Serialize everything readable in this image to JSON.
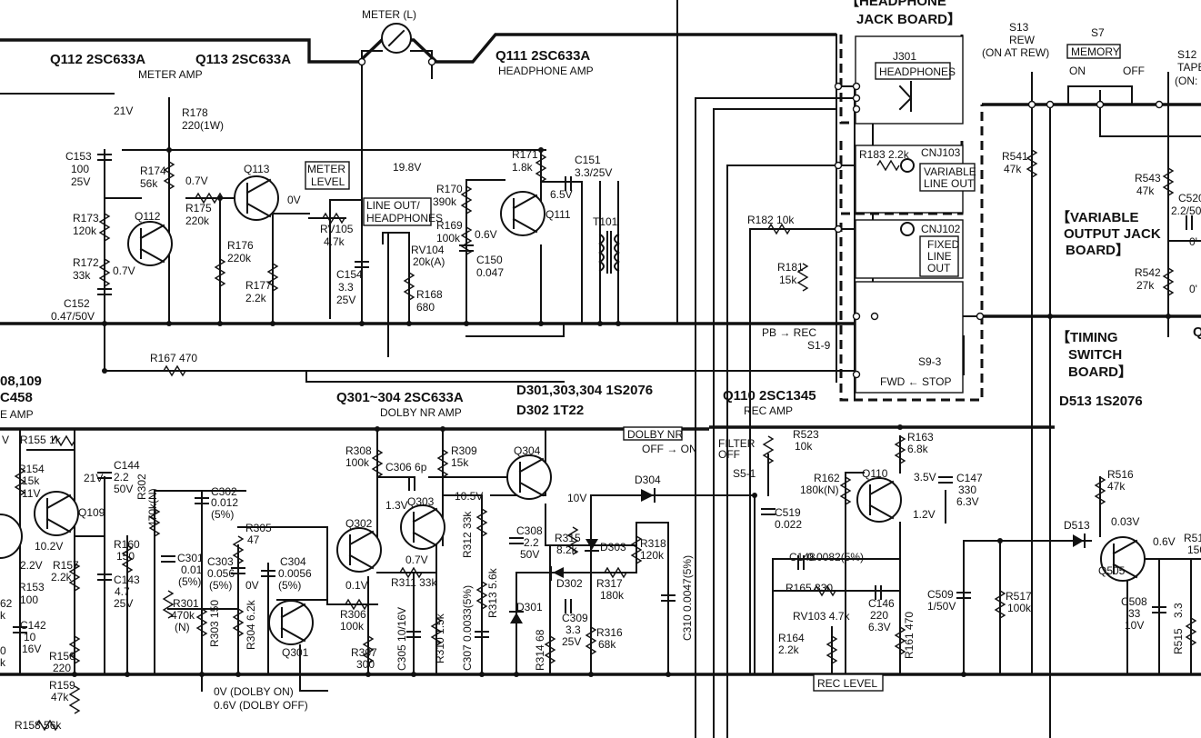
{
  "top": {
    "meter": "METER (L)",
    "q112": "Q112 2SC633A",
    "q113": "Q113 2SC633A",
    "meter_amp": "METER AMP",
    "q111": "Q111 2SC633A",
    "headphone_amp": "HEADPHONE AMP"
  },
  "boards": {
    "headphone_1": "【HEADPHONE",
    "headphone_2": "JACK BOARD】",
    "variable_1": "【VARIABLE",
    "variable_2": "OUTPUT JACK",
    "variable_3": "BOARD】",
    "timing_1": "【TIMING",
    "timing_2": "SWITCH",
    "timing_3": "BOARD】"
  },
  "jacks": {
    "j301": "J301",
    "headphones": "HEADPHONES",
    "cnj103": "CNJ103",
    "variable_line_out_1": "VARIABLE",
    "variable_line_out_2": "LINE OUT",
    "cnj102": "CNJ102",
    "fixed_1": "FIXED",
    "fixed_2": "LINE",
    "fixed_3": "OUT"
  },
  "switches": {
    "s13": "S13",
    "s13_rew": "REW",
    "s13_note": "(ON AT REW)",
    "s7": "S7",
    "memory": "MEMORY",
    "s7_on": "ON",
    "s7_off": "OFF",
    "s12": "S12",
    "s12_tape": "TAPE",
    "s12_on": "(ON:",
    "s1_9": "S1-9",
    "pb_rec": "PB → REC",
    "s9_3": "S9-3",
    "fwd_stop": "FWD ← STOP",
    "s5_1": "S5-1",
    "dolby_nr": "DOLBY NR",
    "off_on": "OFF → ON",
    "filter": "FILTER",
    "filter_off": "OFF",
    "meter_level_1": "METER",
    "meter_level_2": "LEVEL",
    "line_out_1": "LINE OUT/",
    "line_out_2": "HEADPHONES",
    "rec_level": "REC LEVEL"
  },
  "lower": {
    "q108": "08,109",
    "c458": "C458",
    "e_amp": "E AMP",
    "q301_304": "Q301~304 2SC633A",
    "dolby_amp": "DOLBY NR AMP",
    "d301": "D301,303,304 1S2076",
    "d302": "D302 1T22",
    "q110": "Q110 2SC1345",
    "rec_amp": "REC AMP",
    "d513": "D513 1S2076",
    "dolby_on": "0V (DOLBY ON)",
    "dolby_off": "0.6V (DOLBY OFF)"
  },
  "parts": {
    "r178": "R178",
    "r178v": "220(1W)",
    "v21": "21V",
    "c153": "C153",
    "c153v1": "100",
    "c153v2": "25V",
    "r174": "R174",
    "r174v": "56k",
    "v07a": "0.7V",
    "q113": "Q113",
    "q112": "Q112",
    "r175": "R175",
    "r175v": "220k",
    "r173": "R173",
    "r173v": "120k",
    "r172": "R172",
    "r172v": "33k",
    "v07b": "0.7V",
    "c152": "C152",
    "c152v": "0.47/50V",
    "r176": "R176",
    "r176v": "220k",
    "r177": "R177",
    "r177v": "2.2k",
    "v0": "0V",
    "rv105": "RV105",
    "rv105v": "4.7k",
    "c154": "C154",
    "c154v1": "3.3",
    "c154v2": "25V",
    "v198": "19.8V",
    "r171": "R171",
    "r171v": "1.8k",
    "c151": "C151",
    "c151v": "3.3/25V",
    "r170": "R170",
    "r170v": "390k",
    "v65": "6.5V",
    "r169": "R169",
    "r169v": "100k",
    "v06": "0.6V",
    "q111": "Q111",
    "t101": "T101",
    "rv104": "RV104",
    "rv104v": "20k(A)",
    "c150": "C150",
    "c150v": "0.047",
    "r168": "R168",
    "r168v": "680",
    "r167": "R167 470",
    "r183": "R183 2.2k",
    "r182": "R182 10k",
    "r181": "R181",
    "r181v": "15k",
    "r541": "R541",
    "r541v": "47k",
    "r543": "R543",
    "r543v": "47k",
    "r542": "R542",
    "r542v": "27k",
    "c520": "C520",
    "c520v": "2.2/50",
    "v0b": "0'",
    "v0c": "0'",
    "q_edge": "Q",
    "r155": "R155 1k",
    "v_edge": "V",
    "r154": "R154",
    "r154v": "15k",
    "v11": "11V",
    "v21b": "21V",
    "q109": "Q109",
    "v102": "10.2V",
    "v22": "2.2V",
    "r157": "R157",
    "r157v": "2.2k",
    "r153": "R153",
    "r153v": "100",
    "c142": "C142",
    "c142v1": "10",
    "c142v2": "16V",
    "c144": "C144",
    "c144v1": "2.2",
    "c144v2": "50V",
    "r160": "R160",
    "r160v": "150",
    "c143": "C143",
    "c143v1": "4.7",
    "c143v2": "25V",
    "r156": "R156",
    "r156v": "220",
    "r159": "R159",
    "r159v": "47k",
    "r158": "R158 56k",
    "r62": "62",
    "r62b": "0",
    "k1": "k",
    "k2": "k",
    "r302": "R302",
    "r302v": "470k(N)",
    "c302": "C302",
    "c302v1": "0.012",
    "c302v2": "(5%)",
    "r305": "R305",
    "r305v": "47",
    "c301": "C301",
    "c301v1": "0.01",
    "c301v2": "(5%)",
    "c303": "C303",
    "c303v1": "0.056",
    "c303v2": "(5%)",
    "r301": "R301",
    "r301v1": "470k",
    "r301v2": "(N)",
    "r303": "R303 150",
    "r304": "R304 6.2k",
    "v0d": "0V",
    "c304": "C304",
    "c304v1": "0.0056",
    "c304v2": "(5%)",
    "q301": "Q301",
    "r308": "R308",
    "r308v": "100k",
    "c306": "C306 6p",
    "r309": "R309",
    "r309v": "15k",
    "q304": "Q304",
    "v13": "1.3V",
    "q303": "Q303",
    "v105": "10.5V",
    "q302": "Q302",
    "v07c": "0.7V",
    "v01": "0.1V",
    "r311": "R311 33k",
    "r312": "R312 33k",
    "r306": "R306",
    "r306v": "100k",
    "r307": "R307",
    "r307v": "300",
    "c305": "C305 10/16V",
    "r310": "R310 1.5k",
    "c307": "C307 0.0033(5%)",
    "r313": "R313 5.6k",
    "c308": "C308",
    "c308v1": "2.2",
    "c308v2": "50V",
    "r315": "R315",
    "r315v": "8.2k",
    "d303": "D303",
    "r318": "R318",
    "r318v": "120k",
    "v10": "10V",
    "d304": "D304",
    "d302": "D302",
    "r317": "R317",
    "r317v": "180k",
    "d301": "D301",
    "c309": "C309",
    "c309v1": "3.3",
    "c309v2": "25V",
    "r316": "R316",
    "r316v": "68k",
    "r314": "R314 68",
    "c310": "C310 0.0047(5%)",
    "r523": "R523",
    "r523v": "10k",
    "c519": "C519",
    "c519v": "0.022",
    "r163": "R163",
    "r163v": "6.8k",
    "r162": "R162",
    "r162v": "180k(N)",
    "q110": "Q110",
    "v35": "3.5V",
    "v12": "1.2V",
    "c147": "C147",
    "c147v1": "330",
    "c147v2": "6.3V",
    "c148": "C148",
    "c148v": "0.0082(5%)",
    "r165": "R165 330",
    "rv103": "RV103 4.7k",
    "c146": "C146",
    "c146v1": "220",
    "c146v2": "6.3V",
    "r164": "R164",
    "r164v": "2.2k",
    "r161": "R161 470",
    "r516": "R516",
    "r516v": "47k",
    "d513": "D513",
    "v003": "0.03V",
    "v06b": "0.6V",
    "r51x": "R51",
    "r51xv": "150",
    "q505": "Q505",
    "c509": "C509",
    "c509v": "1/50V",
    "r517": "R517",
    "r517v": "100k",
    "c508": "C508",
    "c508v1": "33",
    "c508v2": "10V",
    "r515": "R515",
    "r515v": "3.3"
  }
}
